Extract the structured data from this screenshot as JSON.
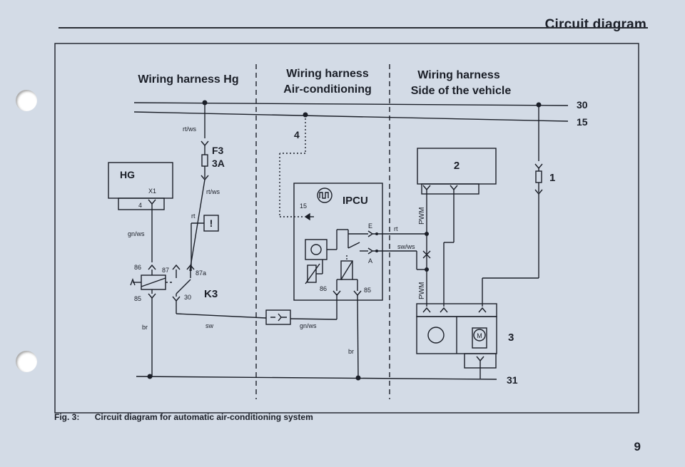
{
  "page": {
    "header": "Circuit diagram",
    "number": "9"
  },
  "figure": {
    "label": "Fig. 3:",
    "caption": "Circuit diagram for automatic air-conditioning system"
  },
  "sections": [
    {
      "line1": "Wiring harness  Hg",
      "line2": ""
    },
    {
      "line1": "Wiring harness",
      "line2": "Air-conditioning"
    },
    {
      "line1": "Wiring harness",
      "line2": "Side of the vehicle"
    }
  ],
  "terminals": {
    "t30": "30",
    "t15": "15",
    "t31": "31"
  },
  "components": {
    "hg": {
      "label": "HG",
      "x1": "X1",
      "pin4": "4"
    },
    "fuse": {
      "name": "F3",
      "rating": "3A"
    },
    "relay": {
      "name": "K3",
      "pin86": "86",
      "pin87": "87",
      "pin87a": "87a",
      "pin85": "85",
      "pin30": "30"
    },
    "ipcu": {
      "name": "IPCU",
      "pin15": "15",
      "pinE": "E",
      "pinA": "A",
      "pin86": "86",
      "pin85": "85"
    },
    "warning": {
      "symbol": "!"
    },
    "c1": "1",
    "c2": "2",
    "c3": "3",
    "c4": "4",
    "motor": "M",
    "pwm": "PWM"
  },
  "wires": {
    "rtws_top": "rt/ws",
    "rtws_mid": "rt/ws",
    "gnws_left": "gn/ws",
    "rt_warn": "rt",
    "br_left": "br",
    "sw": "sw",
    "gnws_mid": "gn/ws",
    "br_mid": "br",
    "rt_e": "rt",
    "swws_a": "sw/ws"
  }
}
